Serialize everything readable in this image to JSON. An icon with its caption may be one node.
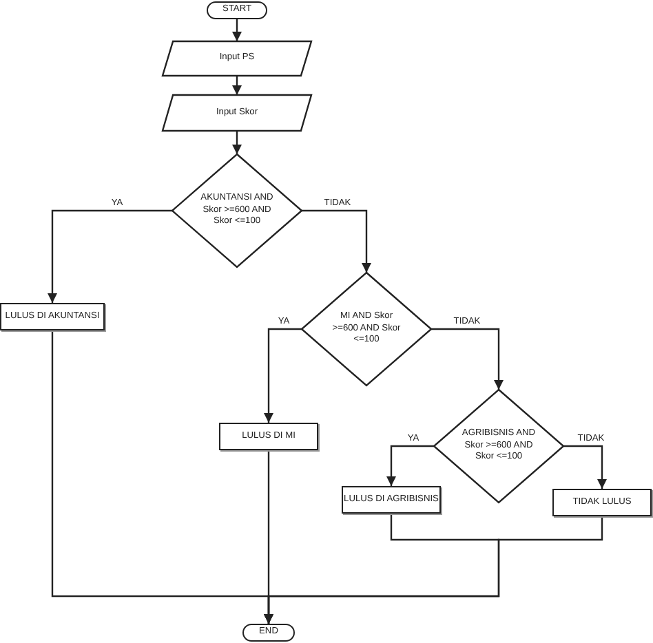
{
  "diagram": {
    "nodes": [
      {
        "text": [
          "START"
        ]
      },
      {
        "text": [
          "Input PS"
        ]
      },
      {
        "text": [
          "Input Skor"
        ]
      },
      {
        "text": [
          "AKUNTANSI AND Skor >=600 AND Skor <=100"
        ]
      },
      {
        "text": [
          "LULUS DI AKUNTANSI"
        ]
      },
      {
        "text": [
          "MI AND Skor >=600 AND Skor <=100"
        ]
      },
      {
        "text": [
          "LULUS DI MI"
        ]
      },
      {
        "text": [
          "AGRIBISNIS AND Skor >=600 AND Skor <=100"
        ]
      },
      {
        "text": [
          "LULUS DI AGRIBISNIS"
        ]
      },
      {
        "text": [
          "TIDAK LULUS"
        ]
      },
      {
        "text": [
          "END"
        ]
      }
    ],
    "edges": [
      {
        "from": 0,
        "to": 1,
        "arrow": "to"
      },
      {
        "from": 1,
        "to": 2,
        "arrow": "to"
      },
      {
        "from": 2,
        "to": 3,
        "arrow": "to"
      },
      {
        "from": 3,
        "to": 4,
        "arrow": "to",
        "label": "YA"
      },
      {
        "from": 3,
        "to": 5,
        "arrow": "to",
        "label": "TIDAK"
      },
      {
        "from": 5,
        "to": 6,
        "arrow": "to",
        "label": "YA"
      },
      {
        "from": 5,
        "to": 7,
        "arrow": "to",
        "label": "TIDAK"
      },
      {
        "from": 7,
        "to": 8,
        "arrow": "to",
        "label": "YA"
      },
      {
        "from": 7,
        "to": 9,
        "arrow": "to",
        "label": "TIDAK"
      },
      {
        "from": 4,
        "to": 10,
        "arrow": "to"
      },
      {
        "from": 6,
        "to": 10,
        "arrow": "to"
      },
      {
        "from": 8,
        "to": 10,
        "arrow": "to"
      },
      {
        "from": 9,
        "to": 10,
        "arrow": "to"
      }
    ]
  }
}
